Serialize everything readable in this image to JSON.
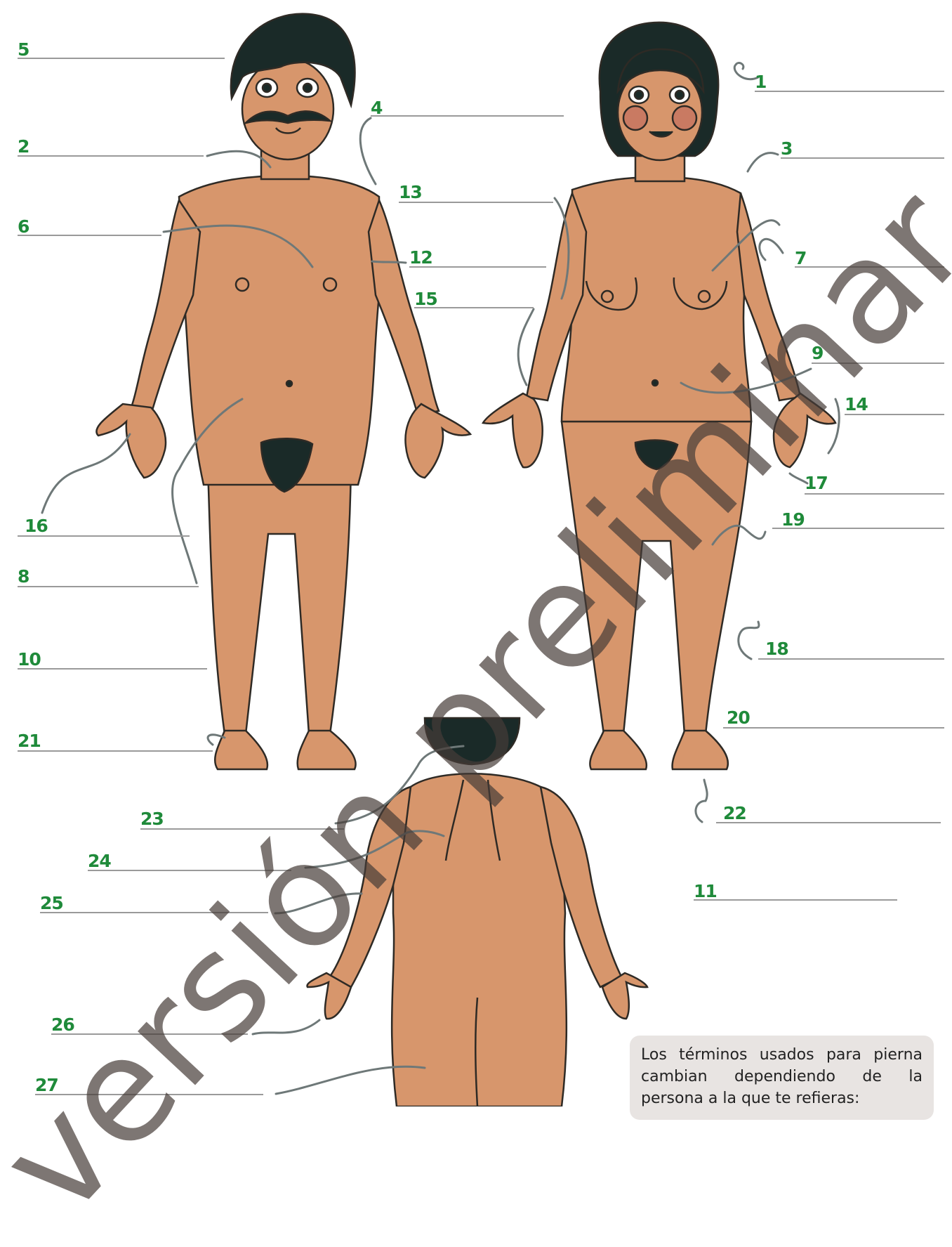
{
  "labels": [
    "5",
    "2",
    "6",
    "16",
    "8",
    "10",
    "21",
    "4",
    "13",
    "12",
    "15",
    "1",
    "3",
    "7",
    "9",
    "14",
    "17",
    "19",
    "18",
    "20",
    "22",
    "23",
    "24",
    "25",
    "26",
    "27",
    "11"
  ],
  "note": {
    "text": "Los términos usados para pierna cambian dependiendo de la persona a la que te refieras:"
  },
  "watermark": "versión preliminar",
  "colors": {
    "skin": "#d7966c",
    "hair": "#1a2a28",
    "outline": "#2e2a25",
    "label_green": "#1f8a3a",
    "line_gray": "#9a9a9a",
    "arrow_gray": "#6e7878",
    "cheek": "#c97a62",
    "note_bg": "#e8e4e2"
  }
}
